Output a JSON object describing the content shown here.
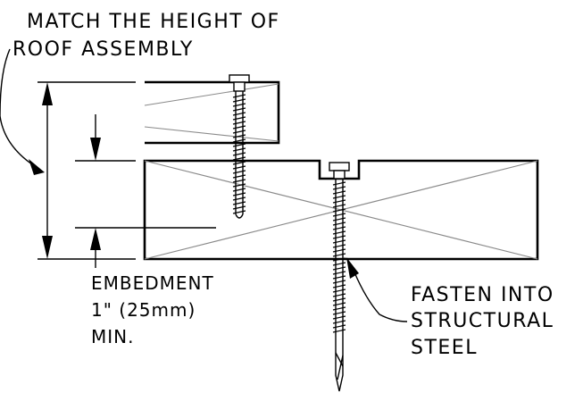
{
  "labels": {
    "match_line1": "MATCH THE HEIGHT OF",
    "match_line2": "ROOF ASSEMBLY",
    "embed_line1": "EMBEDMENT",
    "embed_line2": "1\" (25mm)",
    "embed_line3": "MIN.",
    "fasten_line1": "FASTEN INTO",
    "fasten_line2": "STRUCTURAL",
    "fasten_line3": "STEEL"
  }
}
